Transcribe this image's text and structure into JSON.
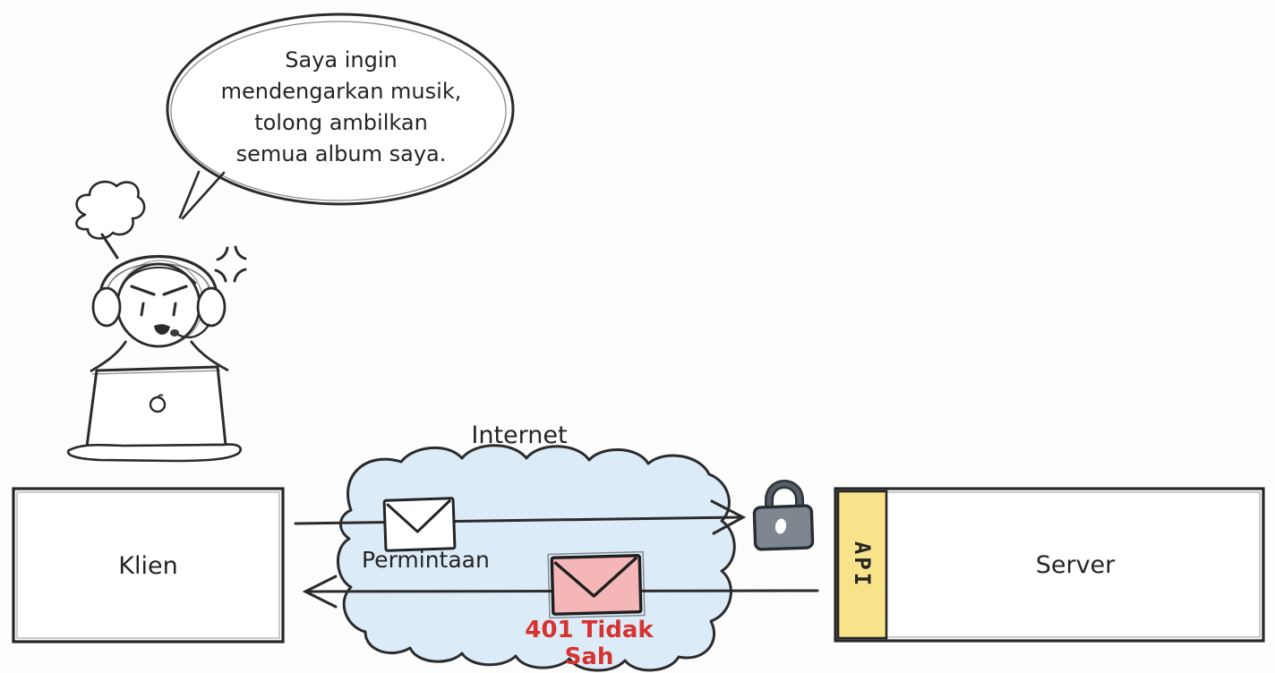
{
  "labels": {
    "bubble_text": "Saya ingin\nmendengarkan musik,\ntolong ambilkan\nsemua album saya.",
    "internet": "Internet",
    "request": "Permintaan",
    "response": "401 Tidak Sah",
    "client": "Klien",
    "server": "Server",
    "api": "API"
  },
  "colors": {
    "ink_stroke": "#2b2b2b",
    "cloud_fill": "#dcebf8",
    "api_fill": "#f8e38b",
    "request_envelope_fill": "#ffffff",
    "response_envelope_fill": "#f5b6b8",
    "error_text": "#d63330",
    "lock_body": "#7e8790",
    "lock_shackle": "#555d66"
  }
}
